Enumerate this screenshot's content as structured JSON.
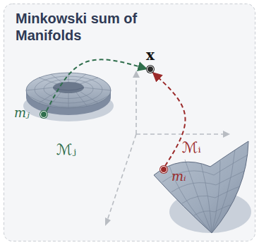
{
  "diagram": {
    "title": "Minkowski sum of Manifolds",
    "nodes": [
      {
        "text": [
          "ℳⱼ"
        ]
      },
      {
        "text": [
          "mⱼ"
        ],
        "in": 0
      },
      {
        "text": [
          "ℳᵢ"
        ]
      },
      {
        "text": [
          "mᵢ"
        ],
        "in": 2
      },
      {
        "text": [
          "x"
        ]
      }
    ],
    "edges": [
      {
        "from": 1,
        "to": 4,
        "arrow": "to"
      },
      {
        "from": 3,
        "to": 4,
        "arrow": "to"
      }
    ]
  }
}
